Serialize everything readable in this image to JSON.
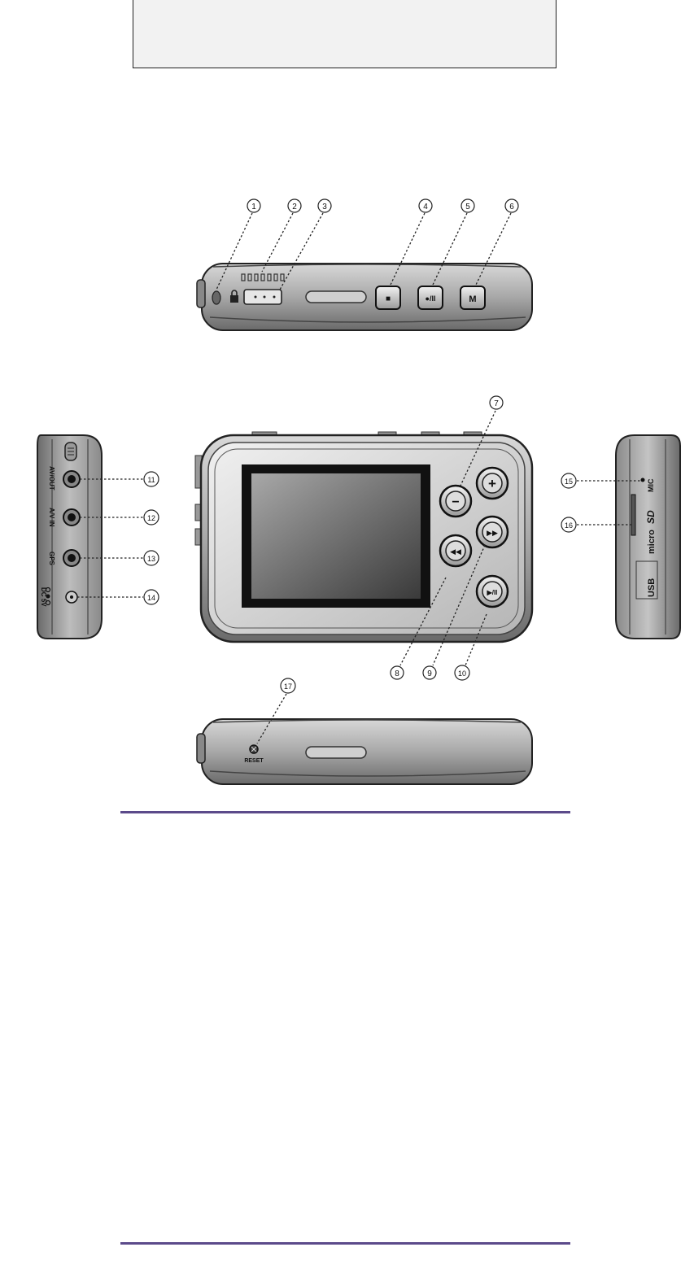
{
  "callouts": [
    "1",
    "2",
    "3",
    "4",
    "5",
    "6",
    "7",
    "8",
    "9",
    "10",
    "11",
    "12",
    "13",
    "14",
    "15",
    "16",
    "17"
  ],
  "buttons": {
    "stop": "■",
    "record": "●/II",
    "menu": "M",
    "minus": "−",
    "plus": "+",
    "rewind": "◀◀",
    "forward": "▶▶",
    "play_pause": "▶/II"
  },
  "left_side_labels": {
    "av_out": "AV/OUT",
    "av_in": "A/V IN",
    "gps": "GPS",
    "dc": "DC 5V"
  },
  "right_side_labels": {
    "mic": "MIC",
    "micro_sd_prefix": "micro",
    "micro_sd_suffix": "SD",
    "usb": "USB"
  },
  "bottom_labels": {
    "reset": "RESET"
  }
}
